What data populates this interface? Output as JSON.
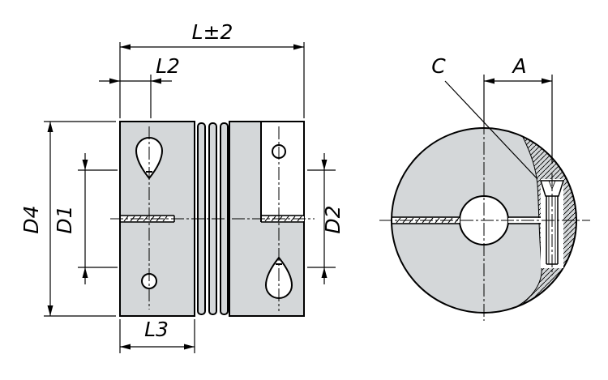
{
  "labels": {
    "overall_length": "L±2",
    "l2": "L2",
    "l3": "L3",
    "d4": "D4",
    "d1": "D1",
    "d2": "D2",
    "c": "C",
    "a": "A"
  },
  "colors": {
    "part_fill": "#d4d7d9",
    "line": "#000000",
    "background": "#ffffff"
  }
}
